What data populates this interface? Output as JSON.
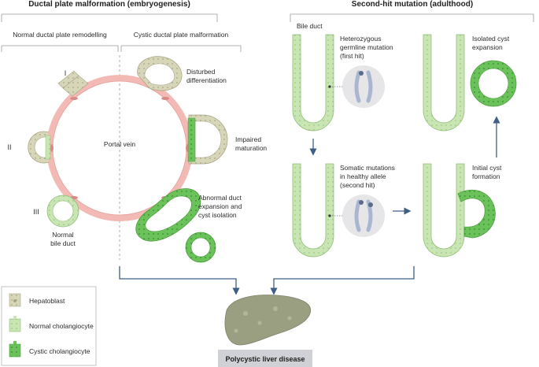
{
  "left_panel": {
    "title": "Ductal plate malformation (embryogenesis)",
    "normal_heading": "Normal ductal plate remodelling",
    "cystic_heading": "Cystic ductal plate malformation",
    "portal_vein": "Portal vein",
    "stage_I": "I",
    "stage_II": "II",
    "stage_III": "III",
    "normal_duct_line1": "Normal",
    "normal_duct_line2": "bile duct",
    "disturbed_line1": "Disturbed",
    "disturbed_line2": "differentiation",
    "impaired_line1": "Impaired",
    "impaired_line2": "maturation",
    "abnormal_line1": "Abnormal duct",
    "abnormal_line2": "expansion and",
    "abnormal_line3": "cyst isolation"
  },
  "right_panel": {
    "title": "Second-hit mutation (adulthood)",
    "bile_duct": "Bile duct",
    "hetero_line1": "Heterozygous",
    "hetero_line2": "germline mutation",
    "hetero_line3": "(first hit)",
    "somatic_line1": "Somatic mutations",
    "somatic_line2": "in healthy allele",
    "somatic_line3": "(second hit)",
    "isolated_line1": "Isolated cyst",
    "isolated_line2": "expansion",
    "initial_line1": "Initial cyst",
    "initial_line2": "formation"
  },
  "legend": {
    "hepatoblast": "Hepatoblast",
    "normal_cholangiocyte": "Normal cholangiocyte",
    "cystic_cholangiocyte": "Cystic cholangiocyte"
  },
  "outcome": "Polycystic liver disease",
  "colors": {
    "hepatoblast": "#d8d6b8",
    "normal_cholangiocyte": "#c9e5b4",
    "cystic_cholangiocyte": "#6cc25a",
    "portal_vein_wall": "#f3b9b5",
    "arrow": "#3f5f86",
    "liver": "#9a9f82",
    "outcome_box": "#cfd1d6"
  }
}
